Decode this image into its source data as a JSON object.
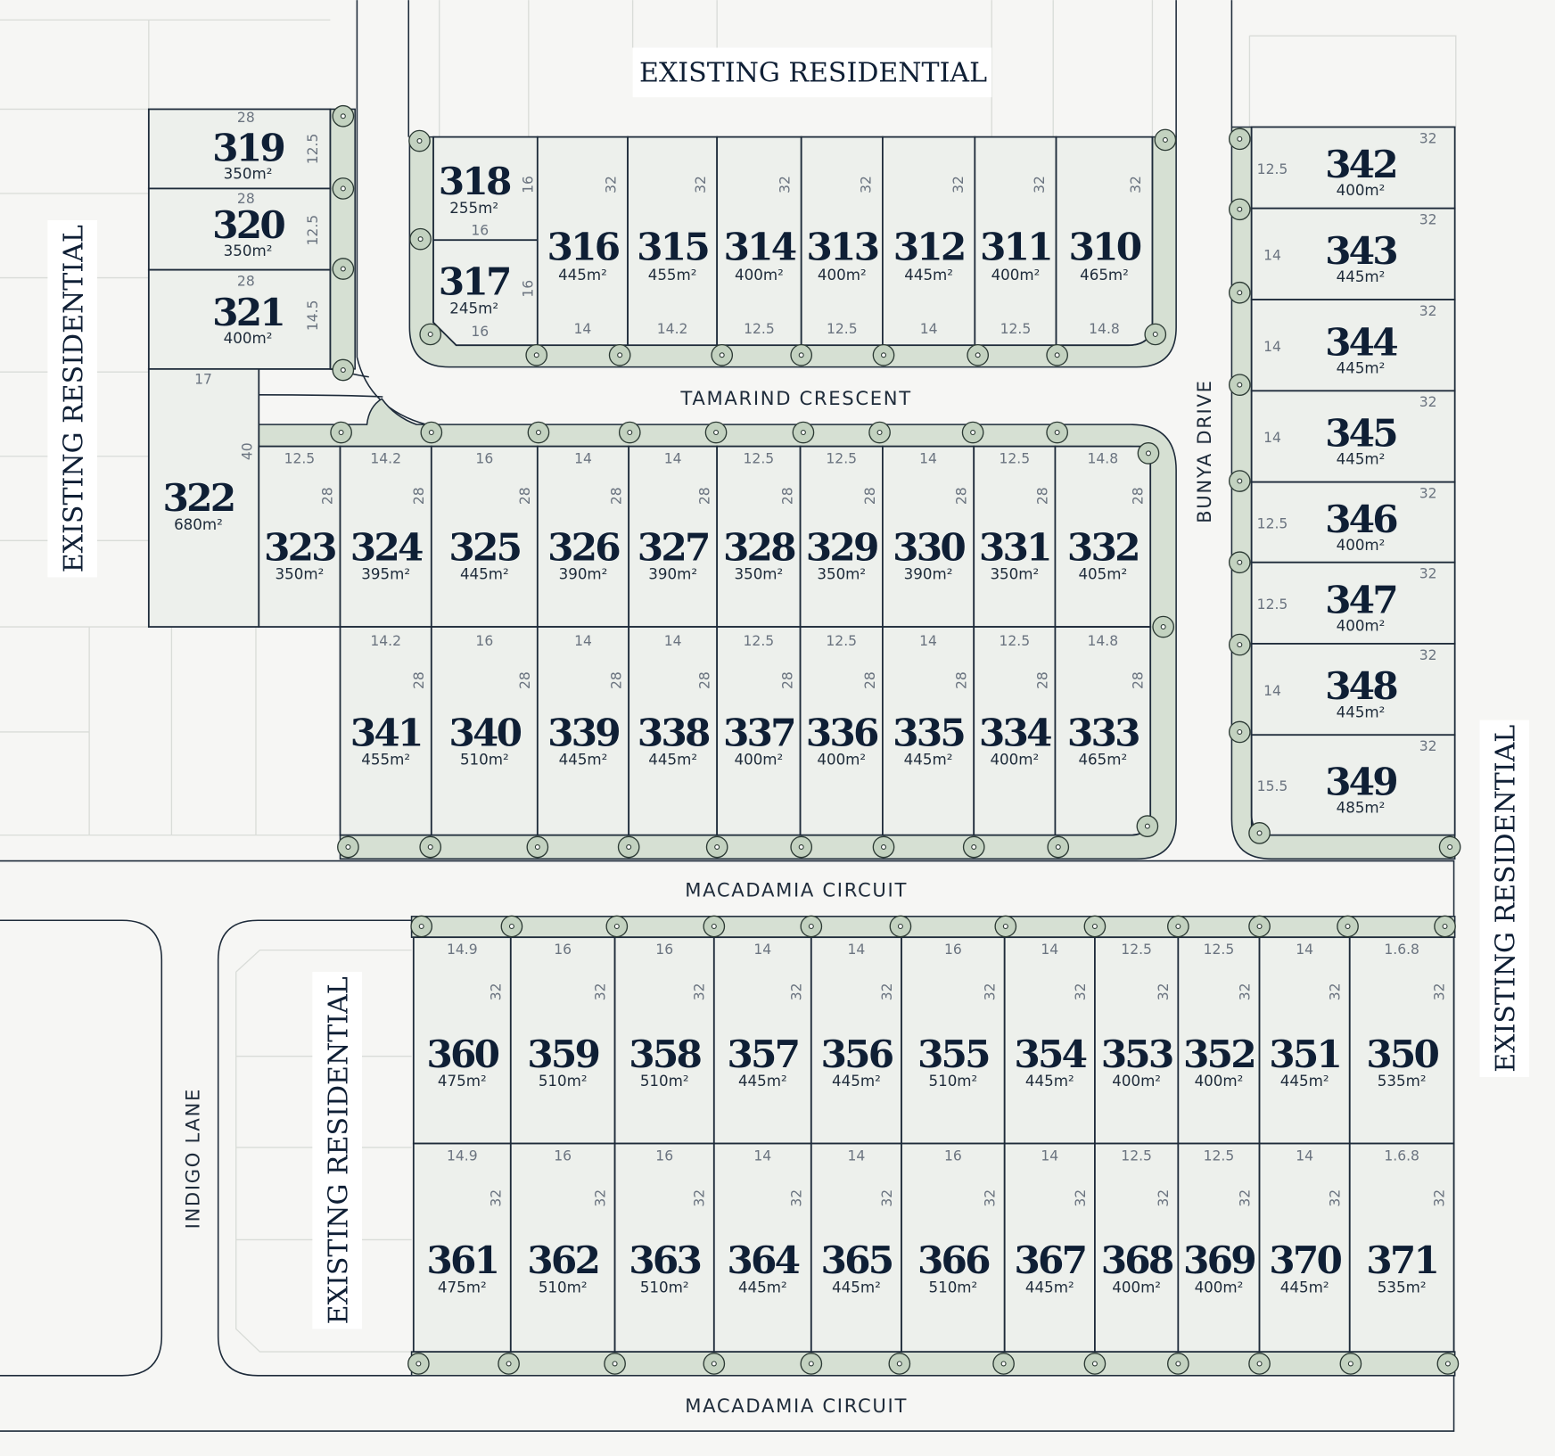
{
  "labels": {
    "existing_residential": "EXISTING RESIDENTIAL",
    "tamarind_crescent": "TAMARIND CRESCENT",
    "macadamia_circuit": "MACADAMIA CIRCUIT",
    "bunya_drive": "BUNYA DRIVE",
    "indigo_lane": "INDIGO LANE"
  },
  "colors": {
    "lot": "#edf0ec",
    "verge": "#d6e0d3",
    "line": "#1e2b3a",
    "text": "#0f1f35"
  },
  "lots": [
    {
      "number": "319",
      "area": "350m²",
      "frontage": "28",
      "depth": "12.5"
    },
    {
      "number": "320",
      "area": "350m²",
      "frontage": "28",
      "depth": "12.5"
    },
    {
      "number": "321",
      "area": "400m²",
      "frontage": "28",
      "depth": "14.5"
    },
    {
      "number": "322",
      "area": "680m²",
      "frontage": "17",
      "depth": "40"
    },
    {
      "number": "318",
      "area": "255m²",
      "frontage": "16",
      "depth": "16"
    },
    {
      "number": "317",
      "area": "245m²",
      "frontage": "16",
      "depth": "16"
    },
    {
      "number": "316",
      "area": "445m²",
      "frontage": "14",
      "depth": "32"
    },
    {
      "number": "315",
      "area": "455m²",
      "frontage": "14.2",
      "depth": "32"
    },
    {
      "number": "314",
      "area": "400m²",
      "frontage": "12.5",
      "depth": "32"
    },
    {
      "number": "313",
      "area": "400m²",
      "frontage": "12.5",
      "depth": "32"
    },
    {
      "number": "312",
      "area": "445m²",
      "frontage": "14",
      "depth": "32"
    },
    {
      "number": "311",
      "area": "400m²",
      "frontage": "12.5",
      "depth": "32"
    },
    {
      "number": "310",
      "area": "465m²",
      "frontage": "14.8",
      "depth": "32"
    },
    {
      "number": "323",
      "area": "350m²",
      "frontage": "12.5",
      "depth": "28"
    },
    {
      "number": "324",
      "area": "395m²",
      "frontage": "14.2",
      "depth": "28"
    },
    {
      "number": "325",
      "area": "445m²",
      "frontage": "16",
      "depth": "28"
    },
    {
      "number": "326",
      "area": "390m²",
      "frontage": "14",
      "depth": "28"
    },
    {
      "number": "327",
      "area": "390m²",
      "frontage": "14",
      "depth": "28"
    },
    {
      "number": "328",
      "area": "350m²",
      "frontage": "12.5",
      "depth": "28"
    },
    {
      "number": "329",
      "area": "350m²",
      "frontage": "12.5",
      "depth": "28"
    },
    {
      "number": "330",
      "area": "390m²",
      "frontage": "14",
      "depth": "28"
    },
    {
      "number": "331",
      "area": "350m²",
      "frontage": "12.5",
      "depth": "28"
    },
    {
      "number": "332",
      "area": "405m²",
      "frontage": "14.8",
      "depth": "28"
    },
    {
      "number": "341",
      "area": "455m²",
      "frontage": "14.2",
      "depth": "28"
    },
    {
      "number": "340",
      "area": "510m²",
      "frontage": "16",
      "depth": "28"
    },
    {
      "number": "339",
      "area": "445m²",
      "frontage": "14",
      "depth": "28"
    },
    {
      "number": "338",
      "area": "445m²",
      "frontage": "14",
      "depth": "28"
    },
    {
      "number": "337",
      "area": "400m²",
      "frontage": "12.5",
      "depth": "28"
    },
    {
      "number": "336",
      "area": "400m²",
      "frontage": "12.5",
      "depth": "28"
    },
    {
      "number": "335",
      "area": "445m²",
      "frontage": "14",
      "depth": "28"
    },
    {
      "number": "334",
      "area": "400m²",
      "frontage": "12.5",
      "depth": "28"
    },
    {
      "number": "333",
      "area": "465m²",
      "frontage": "14.8",
      "depth": "28"
    },
    {
      "number": "342",
      "area": "400m²",
      "frontage": "12.5",
      "depth": "32"
    },
    {
      "number": "343",
      "area": "445m²",
      "frontage": "14",
      "depth": "32"
    },
    {
      "number": "344",
      "area": "445m²",
      "frontage": "14",
      "depth": "32"
    },
    {
      "number": "345",
      "area": "445m²",
      "frontage": "14",
      "depth": "32"
    },
    {
      "number": "346",
      "area": "400m²",
      "frontage": "12.5",
      "depth": "32"
    },
    {
      "number": "347",
      "area": "400m²",
      "frontage": "12.5",
      "depth": "32"
    },
    {
      "number": "348",
      "area": "445m²",
      "frontage": "14",
      "depth": "32"
    },
    {
      "number": "349",
      "area": "485m²",
      "frontage": "15.5",
      "depth": "32"
    },
    {
      "number": "360",
      "area": "475m²",
      "frontage": "14.9",
      "depth": "32"
    },
    {
      "number": "359",
      "area": "510m²",
      "frontage": "16",
      "depth": "32"
    },
    {
      "number": "358",
      "area": "510m²",
      "frontage": "16",
      "depth": "32"
    },
    {
      "number": "357",
      "area": "445m²",
      "frontage": "14",
      "depth": "32"
    },
    {
      "number": "356",
      "area": "445m²",
      "frontage": "14",
      "depth": "32"
    },
    {
      "number": "355",
      "area": "510m²",
      "frontage": "16",
      "depth": "32"
    },
    {
      "number": "354",
      "area": "445m²",
      "frontage": "14",
      "depth": "32"
    },
    {
      "number": "353",
      "area": "400m²",
      "frontage": "12.5",
      "depth": "32"
    },
    {
      "number": "352",
      "area": "400m²",
      "frontage": "12.5",
      "depth": "32"
    },
    {
      "number": "351",
      "area": "445m²",
      "frontage": "14",
      "depth": "32"
    },
    {
      "number": "350",
      "area": "535m²",
      "frontage": "1.6.8",
      "depth": "32"
    },
    {
      "number": "361",
      "area": "475m²",
      "frontage": "14.9",
      "depth": "32"
    },
    {
      "number": "362",
      "area": "510m²",
      "frontage": "16",
      "depth": "32"
    },
    {
      "number": "363",
      "area": "510m²",
      "frontage": "16",
      "depth": "32"
    },
    {
      "number": "364",
      "area": "445m²",
      "frontage": "14",
      "depth": "32"
    },
    {
      "number": "365",
      "area": "445m²",
      "frontage": "14",
      "depth": "32"
    },
    {
      "number": "366",
      "area": "510m²",
      "frontage": "16",
      "depth": "32"
    },
    {
      "number": "367",
      "area": "445m²",
      "frontage": "14",
      "depth": "32"
    },
    {
      "number": "368",
      "area": "400m²",
      "frontage": "12.5",
      "depth": "32"
    },
    {
      "number": "369",
      "area": "400m²",
      "frontage": "12.5",
      "depth": "32"
    },
    {
      "number": "370",
      "area": "445m²",
      "frontage": "14",
      "depth": "32"
    },
    {
      "number": "371",
      "area": "535m²",
      "frontage": "1.6.8",
      "depth": "32"
    }
  ]
}
